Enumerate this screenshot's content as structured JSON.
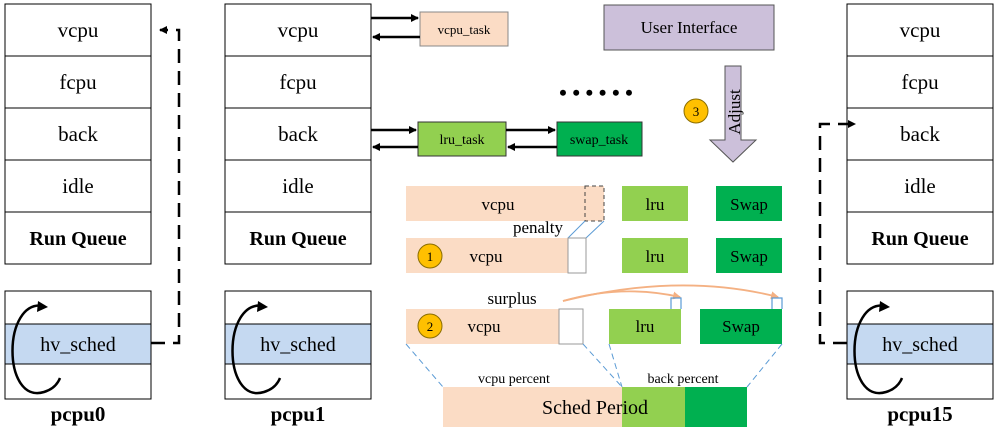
{
  "run_queue_rows": [
    "vcpu",
    "fcpu",
    "back",
    "idle"
  ],
  "run_queue_label": "Run Queue",
  "hv_sched_label": "hv_sched",
  "cpus": [
    {
      "name": "pcpu0"
    },
    {
      "name": "pcpu1"
    },
    {
      "name": "pcpu15"
    }
  ],
  "tasks": {
    "vcpu_task": "vcpu_task",
    "lru_task": "lru_task",
    "swap_task": "swap_task"
  },
  "user_interface": "User Interface",
  "adjust": "Adjust",
  "ellipsis": "• • • • • •",
  "steps": [
    "1",
    "2",
    "3"
  ],
  "penalty_label": "penalty",
  "surplus_label": "surplus",
  "vcpu_label": "vcpu",
  "lru_label": "lru",
  "swap_label": "Swap",
  "sched_period": "Sched Period",
  "vcpu_percent": "vcpu percent",
  "back_percent": "back percent",
  "colors": {
    "peach": "#fbdcc5",
    "lru_green": "#92d050",
    "swap_green": "#00b050",
    "hv_blue": "#c5d9f1",
    "ui_purple": "#ccc0da",
    "step_yellow": "#ffc000",
    "dash_blue": "#5b9bd5",
    "orange_arrow": "#f4b183"
  }
}
